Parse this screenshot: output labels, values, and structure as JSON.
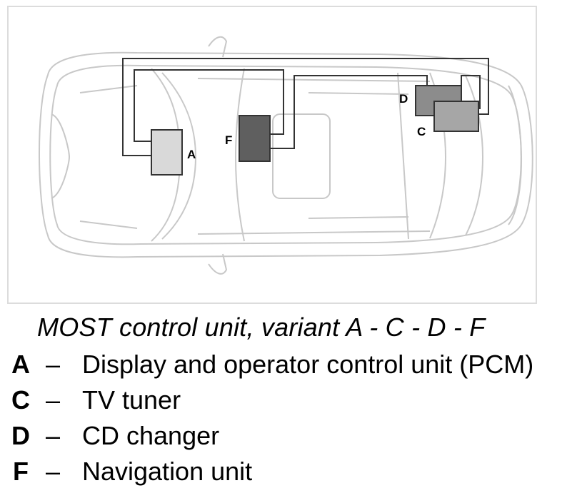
{
  "caption": "MOST control unit, variant A - C - D - F",
  "legend": [
    {
      "letter": "A",
      "dash": "–",
      "text": "Display and operator control unit (PCM)"
    },
    {
      "letter": "C",
      "dash": "–",
      "text": "TV tuner"
    },
    {
      "letter": "D",
      "dash": "–",
      "text": "CD changer"
    },
    {
      "letter": "F",
      "dash": "–",
      "text": "Navigation unit"
    }
  ],
  "diagram_labels": {
    "A": "A",
    "C": "C",
    "D": "D",
    "F": "F"
  },
  "colors": {
    "unit_A": "#d9d9d9",
    "unit_C": "#a6a6a6",
    "unit_D": "#8c8c8c",
    "unit_F": "#5f5f5f",
    "car_outline": "#c8c8c8",
    "wiring": "#333333"
  }
}
